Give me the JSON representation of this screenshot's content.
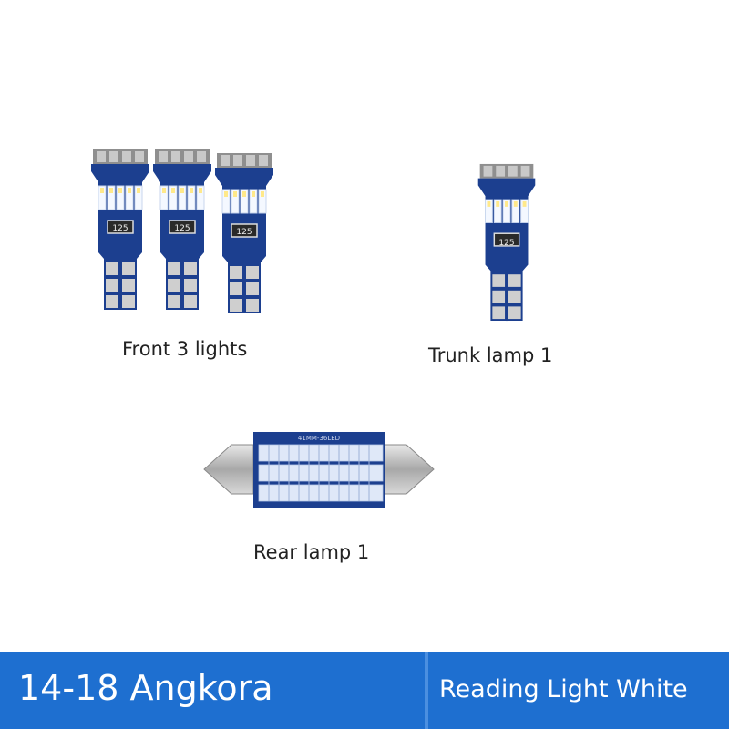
{
  "colors": {
    "pcb_blue": "#1c3f8f",
    "led_white": "#f4f8ff",
    "socket_grey": "#9a9a9a",
    "banner_blue": "#1e6fd0",
    "text_dark": "#222222"
  },
  "products": {
    "front": {
      "caption": "Front 3 lights",
      "count": 3,
      "icon": "t10-led-bulb-icon"
    },
    "trunk": {
      "caption": "Trunk lamp 1",
      "count": 1,
      "icon": "t10-led-bulb-icon"
    },
    "rear": {
      "caption": "Rear lamp 1",
      "count": 1,
      "icon": "festoon-led-bulb-icon",
      "pcb_text": "41MM-36LED"
    }
  },
  "bulb_marking": "125",
  "banner": {
    "model": "14-18 Angkora",
    "description": "Reading Light White"
  }
}
